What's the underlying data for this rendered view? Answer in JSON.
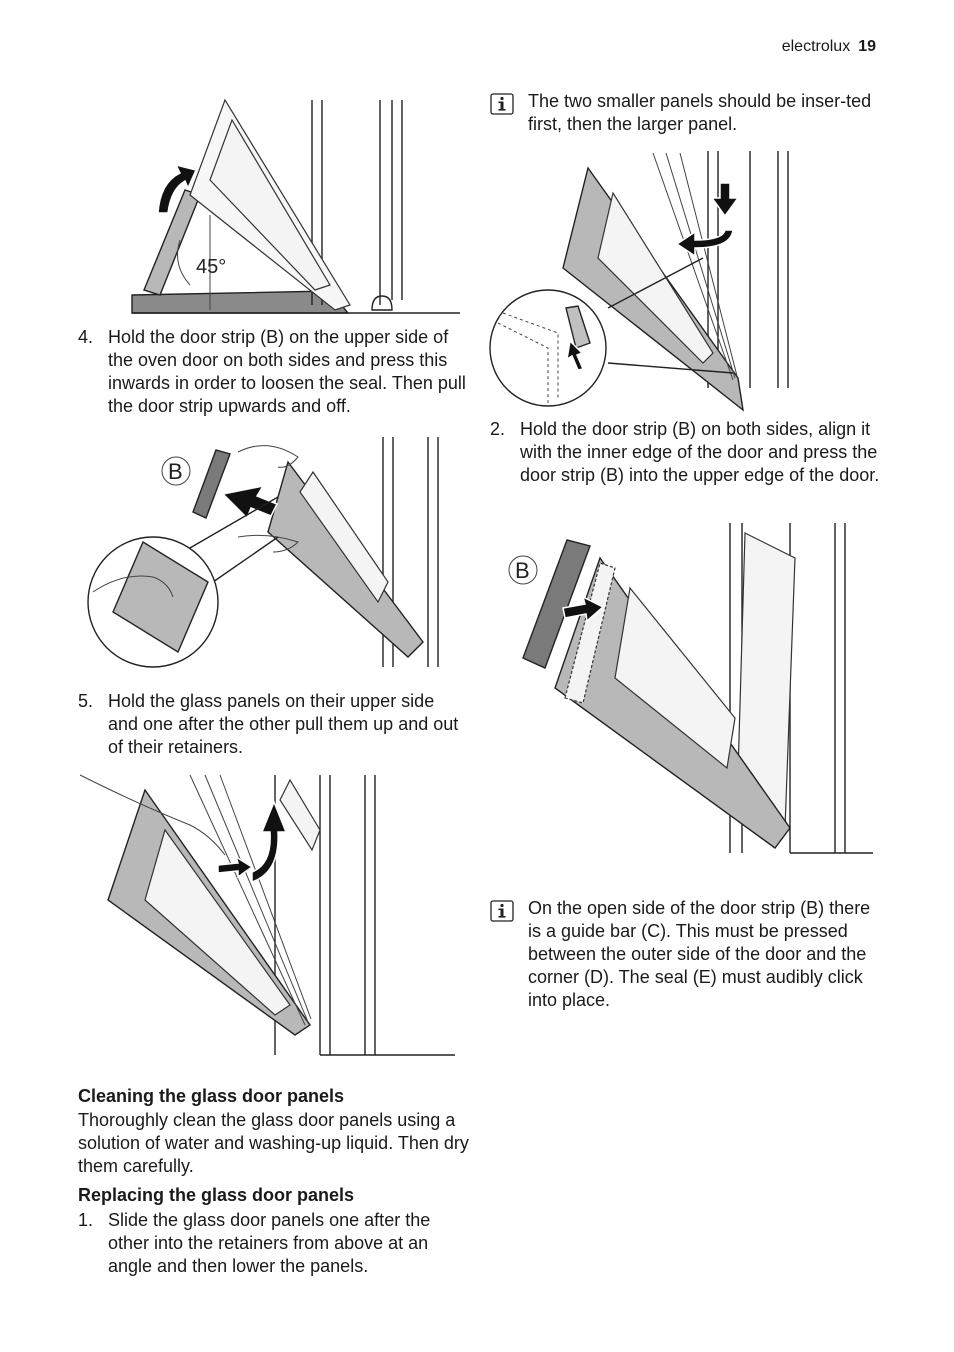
{
  "header": {
    "brand": "electrolux",
    "page_number": "19"
  },
  "figures": {
    "fig1": {
      "angle_label": "45°"
    },
    "fig2": {
      "label": "B"
    },
    "fig5": {
      "label": "B"
    },
    "info_icon": "info-icon"
  },
  "left": {
    "step4": {
      "number": "4.",
      "text": "Hold the door strip (B) on the upper side of the oven door on both sides and press this inwards in order to loosen the seal. Then pull the door strip upwards and off."
    },
    "step5": {
      "number": "5.",
      "text": "Hold the glass panels on their upper side and one after the other pull them up and out of their retainers."
    },
    "cleaning": {
      "heading": "Cleaning the glass door panels",
      "text": "Thoroughly clean the glass door panels using a solution of water and washing-up liquid. Then dry them carefully."
    },
    "replacing": {
      "heading": "Replacing the glass door panels",
      "step1": {
        "number": "1.",
        "text": "Slide the glass door panels one after the other into the retainers from above at an angle and then lower the panels."
      }
    }
  },
  "right": {
    "note1": "The two smaller panels should be inser-ted first, then the larger panel.",
    "step2": {
      "number": "2.",
      "text": "Hold the door strip (B) on both sides, align it with the inner edge of the door and press the door strip (B) into the upper edge of the door."
    },
    "note2": "On the open side of the door strip (B) there is a guide bar (C). This must be pressed between the outer side of the door and the corner (D). The seal (E) must audibly click into place."
  }
}
